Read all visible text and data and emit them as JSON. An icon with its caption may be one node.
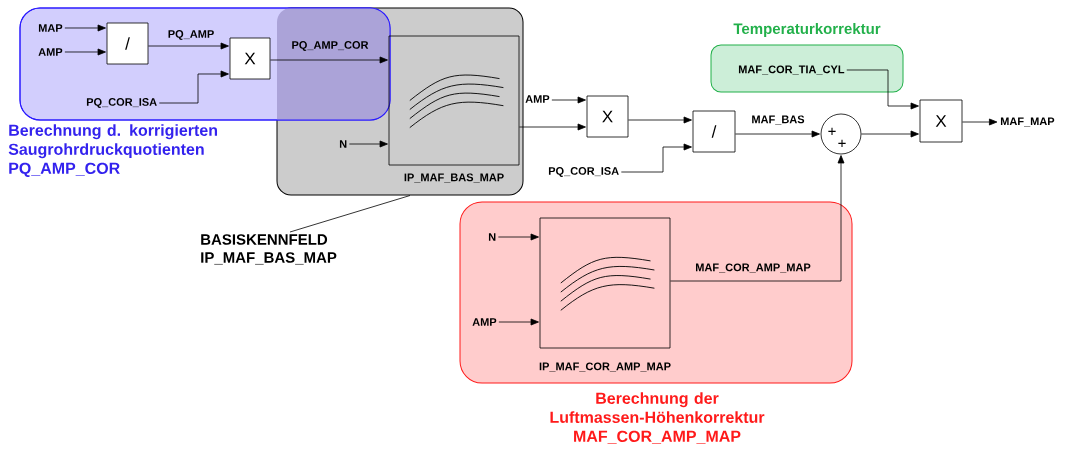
{
  "diagram": {
    "nodes": [
      {
        "text": [
          "Berechnung d. korrigierten Saugrohrdruckquotienten PQ_AMP_COR"
        ]
      },
      {
        "text": [
          "MAP"
        ],
        "in": 0
      },
      {
        "text": [
          "AMP"
        ],
        "in": 0
      },
      {
        "text": [
          "/"
        ],
        "in": 0
      },
      {
        "text": [
          "X"
        ],
        "in": 0
      },
      {
        "text": [
          "PQ_COR_ISA"
        ],
        "in": 0
      },
      {
        "text": [],
        "shape": "box"
      },
      {
        "text": [
          "IP_MAF_BAS_MAP"
        ],
        "in": 6
      },
      {
        "text": [
          "N"
        ],
        "in": 6
      },
      {
        "text": [
          "Temperaturkorrektur"
        ]
      },
      {
        "text": [
          "MAF_COR_TIA_CYL"
        ],
        "in": 9
      },
      {
        "text": [
          "AMP"
        ]
      },
      {
        "text": [
          "X"
        ]
      },
      {
        "text": [
          "PQ_COR_ISA"
        ]
      },
      {
        "text": [
          "/"
        ]
      },
      {
        "text": [
          "+",
          "+"
        ]
      },
      {
        "text": [
          "X"
        ]
      },
      {
        "text": [
          "MAF_MAP"
        ]
      },
      {
        "text": [
          "BASISKENNFELD IP_MAF_BAS_MAP"
        ]
      },
      {
        "text": [
          "Berechnung der Luftmassen-Höhenkorrektur MAF_COR_AMP_MAP"
        ]
      },
      {
        "text": [
          "N"
        ],
        "in": 19
      },
      {
        "text": [
          "AMP"
        ],
        "in": 19
      },
      {
        "text": [
          "IP_MAF_COR_AMP_MAP"
        ],
        "in": 19
      }
    ],
    "edges": [
      {
        "from": 1,
        "to": 3,
        "arrow": "to"
      },
      {
        "from": 2,
        "to": 3,
        "arrow": "to"
      },
      {
        "from": 3,
        "to": 4,
        "arrow": "to",
        "label": "PQ_AMP"
      },
      {
        "from": 5,
        "to": 4,
        "arrow": "to"
      },
      {
        "from": 4,
        "to": 7,
        "arrow": "to",
        "label": "PQ_AMP_COR"
      },
      {
        "from": 8,
        "to": 7,
        "arrow": "to"
      },
      {
        "from": 7,
        "to": 12,
        "arrow": "to"
      },
      {
        "from": 11,
        "to": 12,
        "arrow": "to"
      },
      {
        "from": 12,
        "to": 14,
        "arrow": "to"
      },
      {
        "from": 13,
        "to": 14,
        "arrow": "to"
      },
      {
        "from": 14,
        "to": 15,
        "arrow": "to",
        "label": "MAF_BAS"
      },
      {
        "from": 15,
        "to": 16,
        "arrow": "to"
      },
      {
        "from": 10,
        "to": 16,
        "arrow": "to"
      },
      {
        "from": 16,
        "to": 17,
        "arrow": "to"
      },
      {
        "from": 20,
        "to": 22,
        "arrow": "to"
      },
      {
        "from": 21,
        "to": 22,
        "arrow": "to"
      },
      {
        "from": 22,
        "to": 15,
        "arrow": "to",
        "label": "MAF_COR_AMP_MAP"
      },
      {
        "from": 18,
        "to": 6,
        "arrow": "none"
      }
    ]
  }
}
